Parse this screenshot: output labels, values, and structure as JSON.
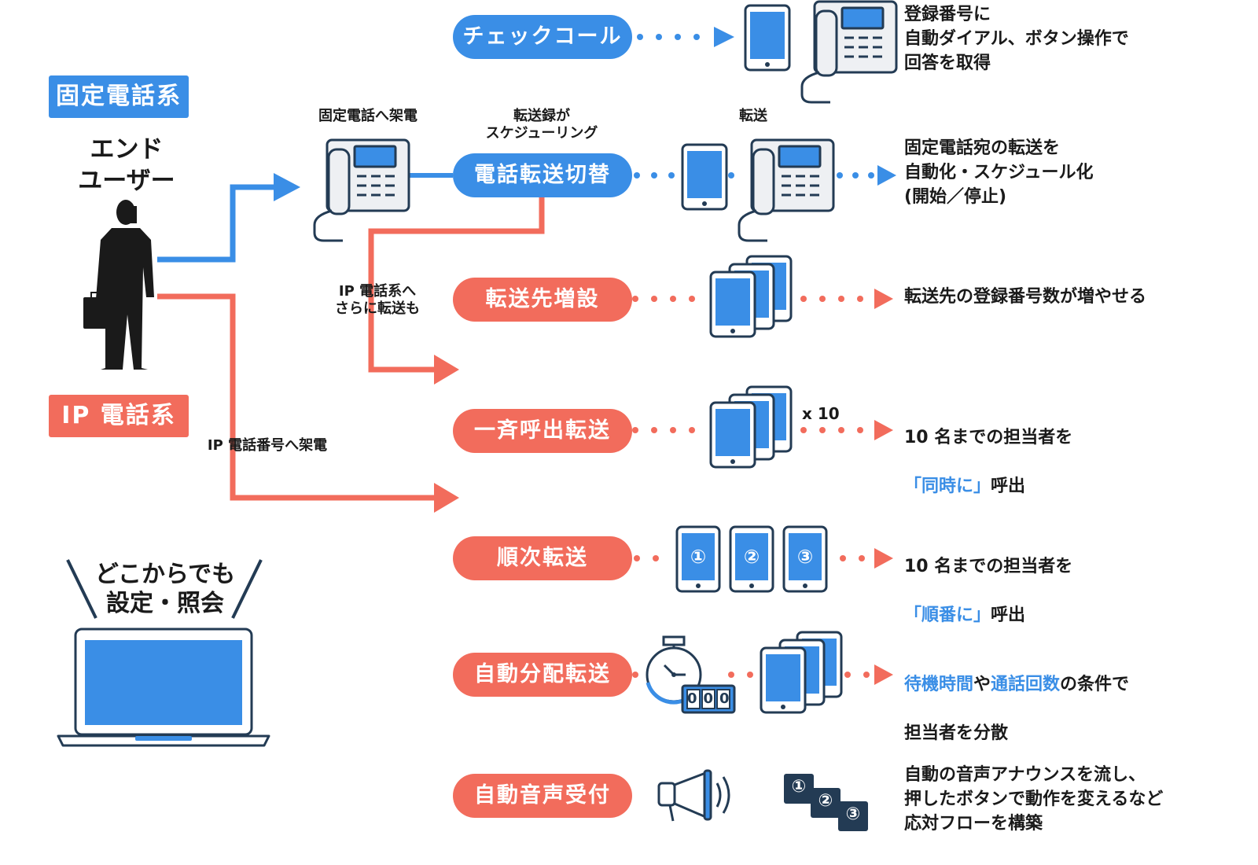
{
  "left": {
    "fixed_tag": "固定電話系",
    "end_user": "エンド\nユーザー",
    "ip_tag": "IP 電話系",
    "anywhere": "どこからでも\n設定・照会"
  },
  "labels": {
    "call_fixed": "固定電話へ架電",
    "schedule": "転送録が\nスケジューリング",
    "transfer": "転送",
    "ip_forward": "IP 電話系へ\nさらに転送も",
    "ip_call": "IP 電話番号へ架電",
    "x10": "x 10"
  },
  "services": [
    {
      "name": "チェックコール",
      "color": "blue"
    },
    {
      "name": "電話転送切替",
      "color": "blue"
    },
    {
      "name": "転送先増設",
      "color": "red"
    },
    {
      "name": "一斉呼出転送",
      "color": "red"
    },
    {
      "name": "順次転送",
      "color": "red"
    },
    {
      "name": "自動分配転送",
      "color": "red"
    },
    {
      "name": "自動音声受付",
      "color": "red"
    }
  ],
  "descriptions": {
    "d0": "登録番号に\n自動ダイアル、ボタン操作で\n回答を取得",
    "d1": "固定電話宛の転送を\n自動化・スケジュール化\n(開始／停止)",
    "d2": "転送先の登録番号数が増やせる",
    "d3_a": "10 名までの担当者を",
    "d3_hl": "「同時に」",
    "d3_b": "呼出",
    "d4_a": "10 名までの担当者を",
    "d4_hl": "「順番に」",
    "d4_b": "呼出",
    "d5_hl1": "待機時間",
    "d5_a": "や",
    "d5_hl2": "通話回数",
    "d5_b": "の条件で",
    "d5_c": "担当者を分散",
    "d6": "自動の音声アナウンスを流し、\n押したボタンで動作を変えるなど\n応対フローを構築"
  },
  "sequence_numbers": [
    "①",
    "②",
    "③"
  ],
  "timer_display": "000",
  "colors": {
    "blue": "#3a8ee6",
    "red": "#f26c5c",
    "navy": "#233b54",
    "screen": "#3a8ee6"
  }
}
